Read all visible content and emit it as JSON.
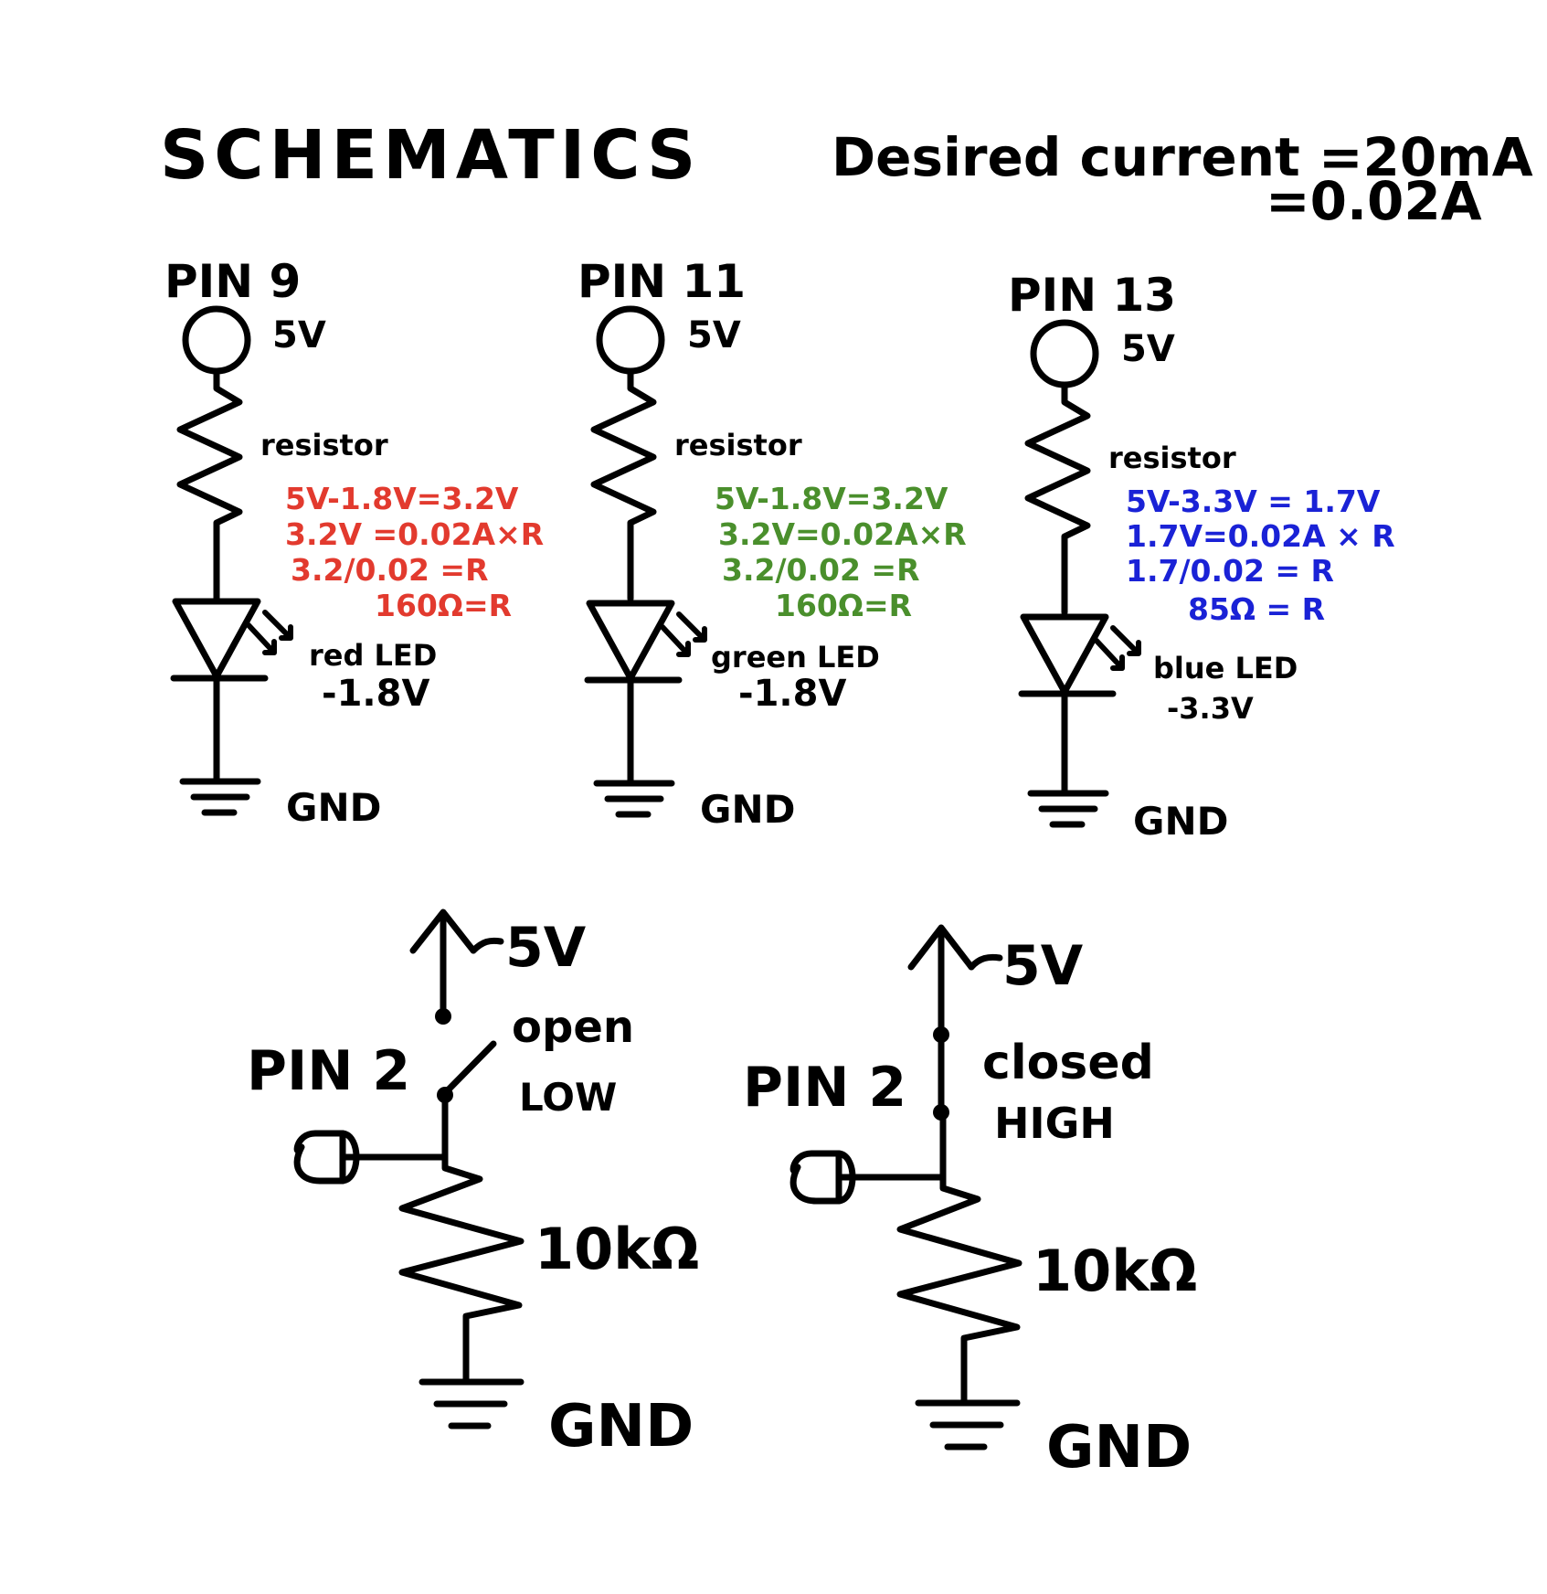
{
  "title": "SCHEMATICS",
  "current": {
    "line1": "Desired current =20mA",
    "line2": "=0.02A"
  },
  "colors": {
    "red": "#e23a2e",
    "green": "#4a8f2c",
    "blue": "#1a22d6",
    "ink": "#000000"
  },
  "led_circuits": [
    {
      "pin": "PIN 9",
      "supply": "5V",
      "resistor": "resistor",
      "calc": [
        "5V-1.8V=3.2V",
        "3.2V =0.02A×R",
        "3.2/0.02 =R",
        "160Ω=R"
      ],
      "led": "red LED",
      "drop": "-1.8V",
      "ground": "GND",
      "color": "red"
    },
    {
      "pin": "PIN 11",
      "supply": "5V",
      "resistor": "resistor",
      "calc": [
        "5V-1.8V=3.2V",
        "3.2V=0.02A×R",
        "3.2/0.02 =R",
        "160Ω=R"
      ],
      "led": "green LED",
      "drop": "-1.8V",
      "ground": "GND",
      "color": "green"
    },
    {
      "pin": "PIN 13",
      "supply": "5V",
      "resistor": "resistor",
      "calc": [
        "5V-3.3V = 1.7V",
        "1.7V=0.02A × R",
        "1.7/0.02 = R",
        "85Ω = R"
      ],
      "led": "blue LED",
      "drop": "-3.3V",
      "ground": "GND",
      "color": "blue"
    }
  ],
  "switch_circuits": [
    {
      "pin": "PIN 2",
      "supply": "5V",
      "state": "open",
      "level": "LOW",
      "resistor": "10kΩ",
      "ground": "GND"
    },
    {
      "pin": "PIN 2",
      "supply": "5V",
      "state": "closed",
      "level": "HIGH",
      "resistor": "10kΩ",
      "ground": "GND"
    }
  ]
}
